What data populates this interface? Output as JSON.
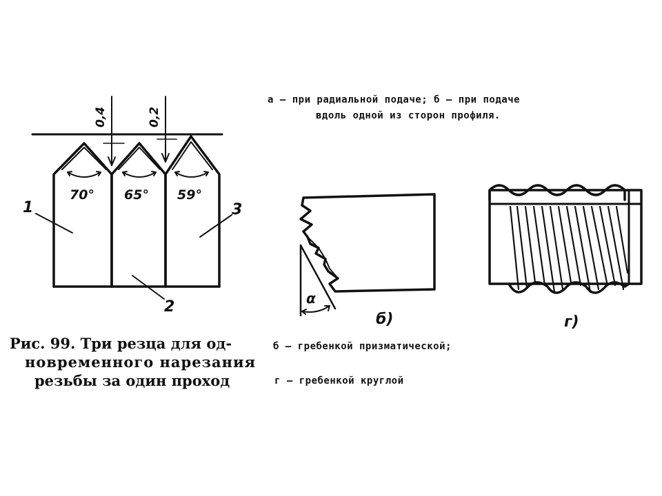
{
  "left_figure": {
    "dimensions": [
      "0,4",
      "0,2"
    ],
    "angles": [
      "70°",
      "65°",
      "59°"
    ],
    "part_numbers": [
      "1",
      "2",
      "3"
    ]
  },
  "caption": {
    "line1": "Рис. 99. Три резца для од-",
    "line2": "новременного нарезания",
    "line3": "резьбы за один проход"
  },
  "legend_top": {
    "line1": "а — при радиальной подаче; б — при подаче",
    "line2": "вдоль одной из сторон профиля."
  },
  "comb_figure": {
    "angle_label": "α",
    "label_b": "б)",
    "label_g": "г)"
  },
  "legend_bottom": {
    "line1": "б — гребенкой призматической;",
    "line2": "г — гребенкой круглой"
  },
  "colors": {
    "ink": "#111111",
    "paper": "#ffffff"
  }
}
